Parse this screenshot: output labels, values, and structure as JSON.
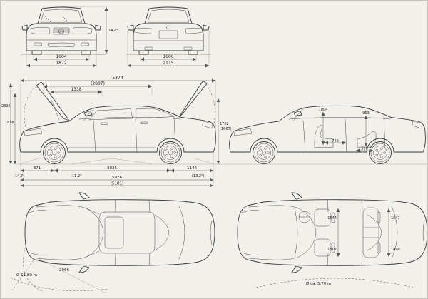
{
  "colors": {
    "background": "#f2f0ea",
    "line": "#3b3b3b",
    "dim": "#555555"
  },
  "views": {
    "front": {
      "height": "1473",
      "track_width": "1604",
      "overall_width": "1872"
    },
    "rear": {
      "track_width": "1606",
      "overall_width": "2115"
    },
    "side": {
      "top_dims": [
        "5374",
        "(2807)",
        "1338"
      ],
      "left_dims": [
        "2395",
        "1898"
      ],
      "right_dims": [
        "1782",
        "(1667)"
      ],
      "front_overhang": "871",
      "wheelbase": "3035",
      "rear_overhang": "1146",
      "approach_angle": "14,7°",
      "ramp_angle": "11,2°",
      "departure_angle": "(13,2°)",
      "length": "5076",
      "length_alt": "(5181)"
    },
    "side_interior": {
      "dims": [
        "1004",
        "963",
        "746",
        "510"
      ]
    },
    "top_front": {
      "turning_circle": "Ø 11,80 m",
      "diagonal": "2966"
    },
    "top_interior": {
      "front_width": "1544",
      "front_width2": "1502",
      "rear_width": "1547",
      "rear_width2": "1490",
      "arc": "Ø ca. 5,70 m"
    }
  }
}
